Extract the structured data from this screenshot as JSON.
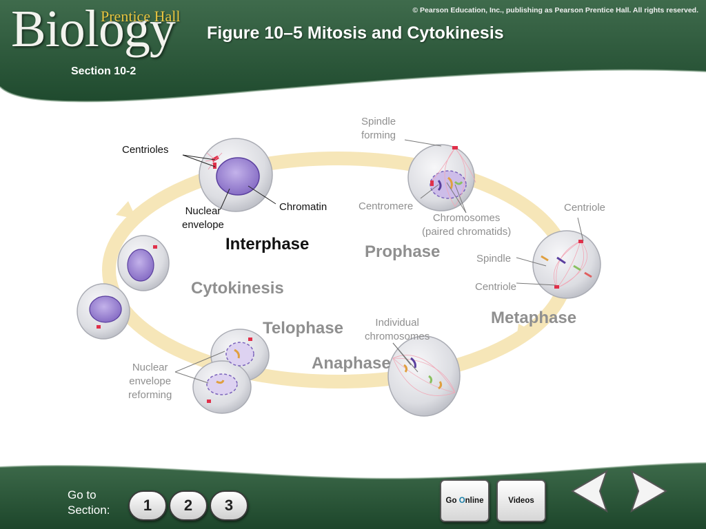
{
  "header": {
    "logo_text": "Biology",
    "publisher_text": "Prentice Hall",
    "copyright": "© Pearson Education, Inc., publishing as Pearson Prentice Hall. All rights reserved.",
    "title": "Figure 10–5 Mitosis and Cytokinesis",
    "section": "Section 10-2"
  },
  "diagram": {
    "phases": {
      "interphase": "Interphase",
      "prophase": "Prophase",
      "metaphase": "Metaphase",
      "anaphase": "Anaphase",
      "telophase": "Telophase",
      "cytokinesis": "Cytokinesis"
    },
    "labels": {
      "centrioles": "Centrioles",
      "nuclear_envelope": [
        "Nuclear",
        "envelope"
      ],
      "chromatin": "Chromatin",
      "spindle_forming": [
        "Spindle",
        "forming"
      ],
      "centromere": "Centromere",
      "chromosomes": [
        "Chromosomes",
        "(paired chromatids)"
      ],
      "centriole_top": "Centriole",
      "spindle": "Spindle",
      "centriole_bottom": "Centriole",
      "individual_chromosomes": [
        "Individual",
        "chromosomes"
      ],
      "nuclear_envelope_reforming": [
        "Nuclear",
        "envelope",
        "reforming"
      ]
    },
    "colors": {
      "cycle_ring": "#f6e6b8",
      "cell": "#dcdde2",
      "nucleus": "#9a82cf",
      "centriole": "#e0304a"
    }
  },
  "footer": {
    "goto_lines": [
      "Go to",
      "Section:"
    ],
    "section_buttons": [
      "1",
      "2",
      "3"
    ],
    "go_online": {
      "pre": "Go ",
      "mark": "O",
      "post": "nline"
    },
    "videos": "Videos",
    "icons": {
      "back": "back-arrow-icon",
      "forward": "forward-arrow-icon"
    }
  }
}
